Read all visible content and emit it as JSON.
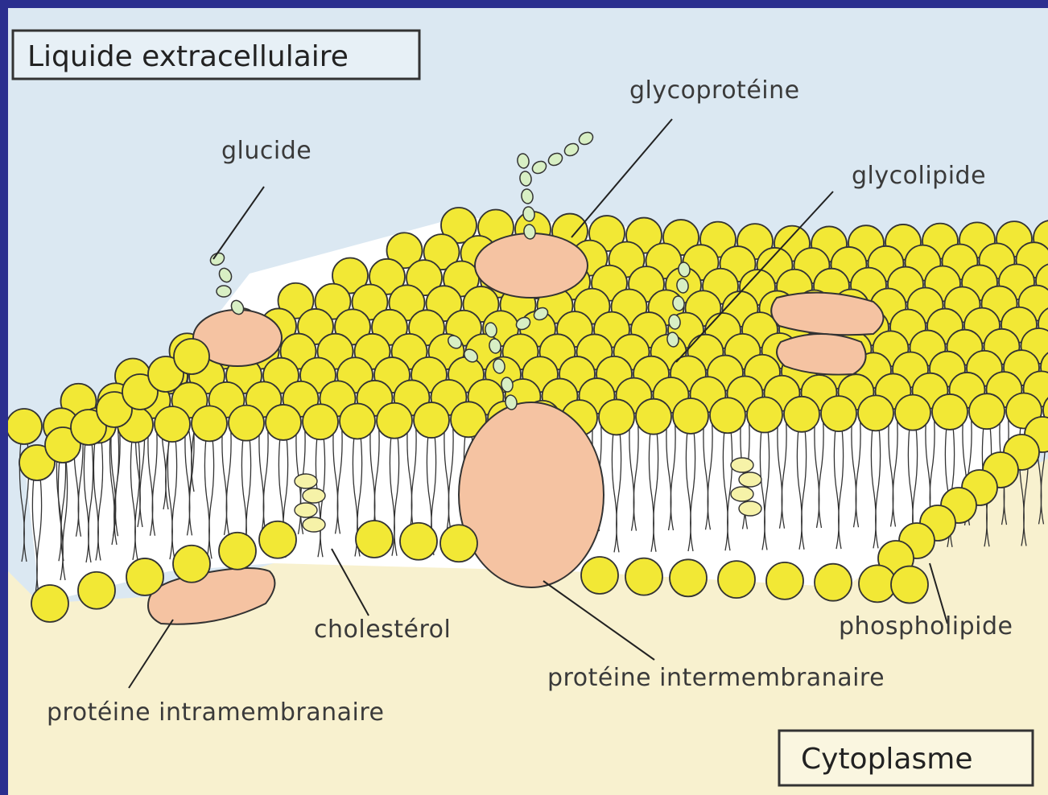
{
  "title_box": {
    "text": "Liquide extracellulaire"
  },
  "bottom_box": {
    "text": "Cytoplasme"
  },
  "labels": {
    "glucide": "glucide",
    "glycoproteine": "glycoprotéine",
    "glycolipide": "glycolipide",
    "cholesterol": "cholestérol",
    "proteine_intermembranaire": "protéine intermembranaire",
    "proteine_intramembranaire": "protéine intramembranaire",
    "phospholipide": "phospholipide"
  },
  "colors": {
    "border": "#2b2f8f",
    "extracellular": "#dbe8f2",
    "cytoplasm": "#f8f1cf",
    "phospholipid_head": "#f2e835",
    "phospholipid_outline": "#333333",
    "protein": "#f5c3a2",
    "glucide": "#d8efc4"
  }
}
